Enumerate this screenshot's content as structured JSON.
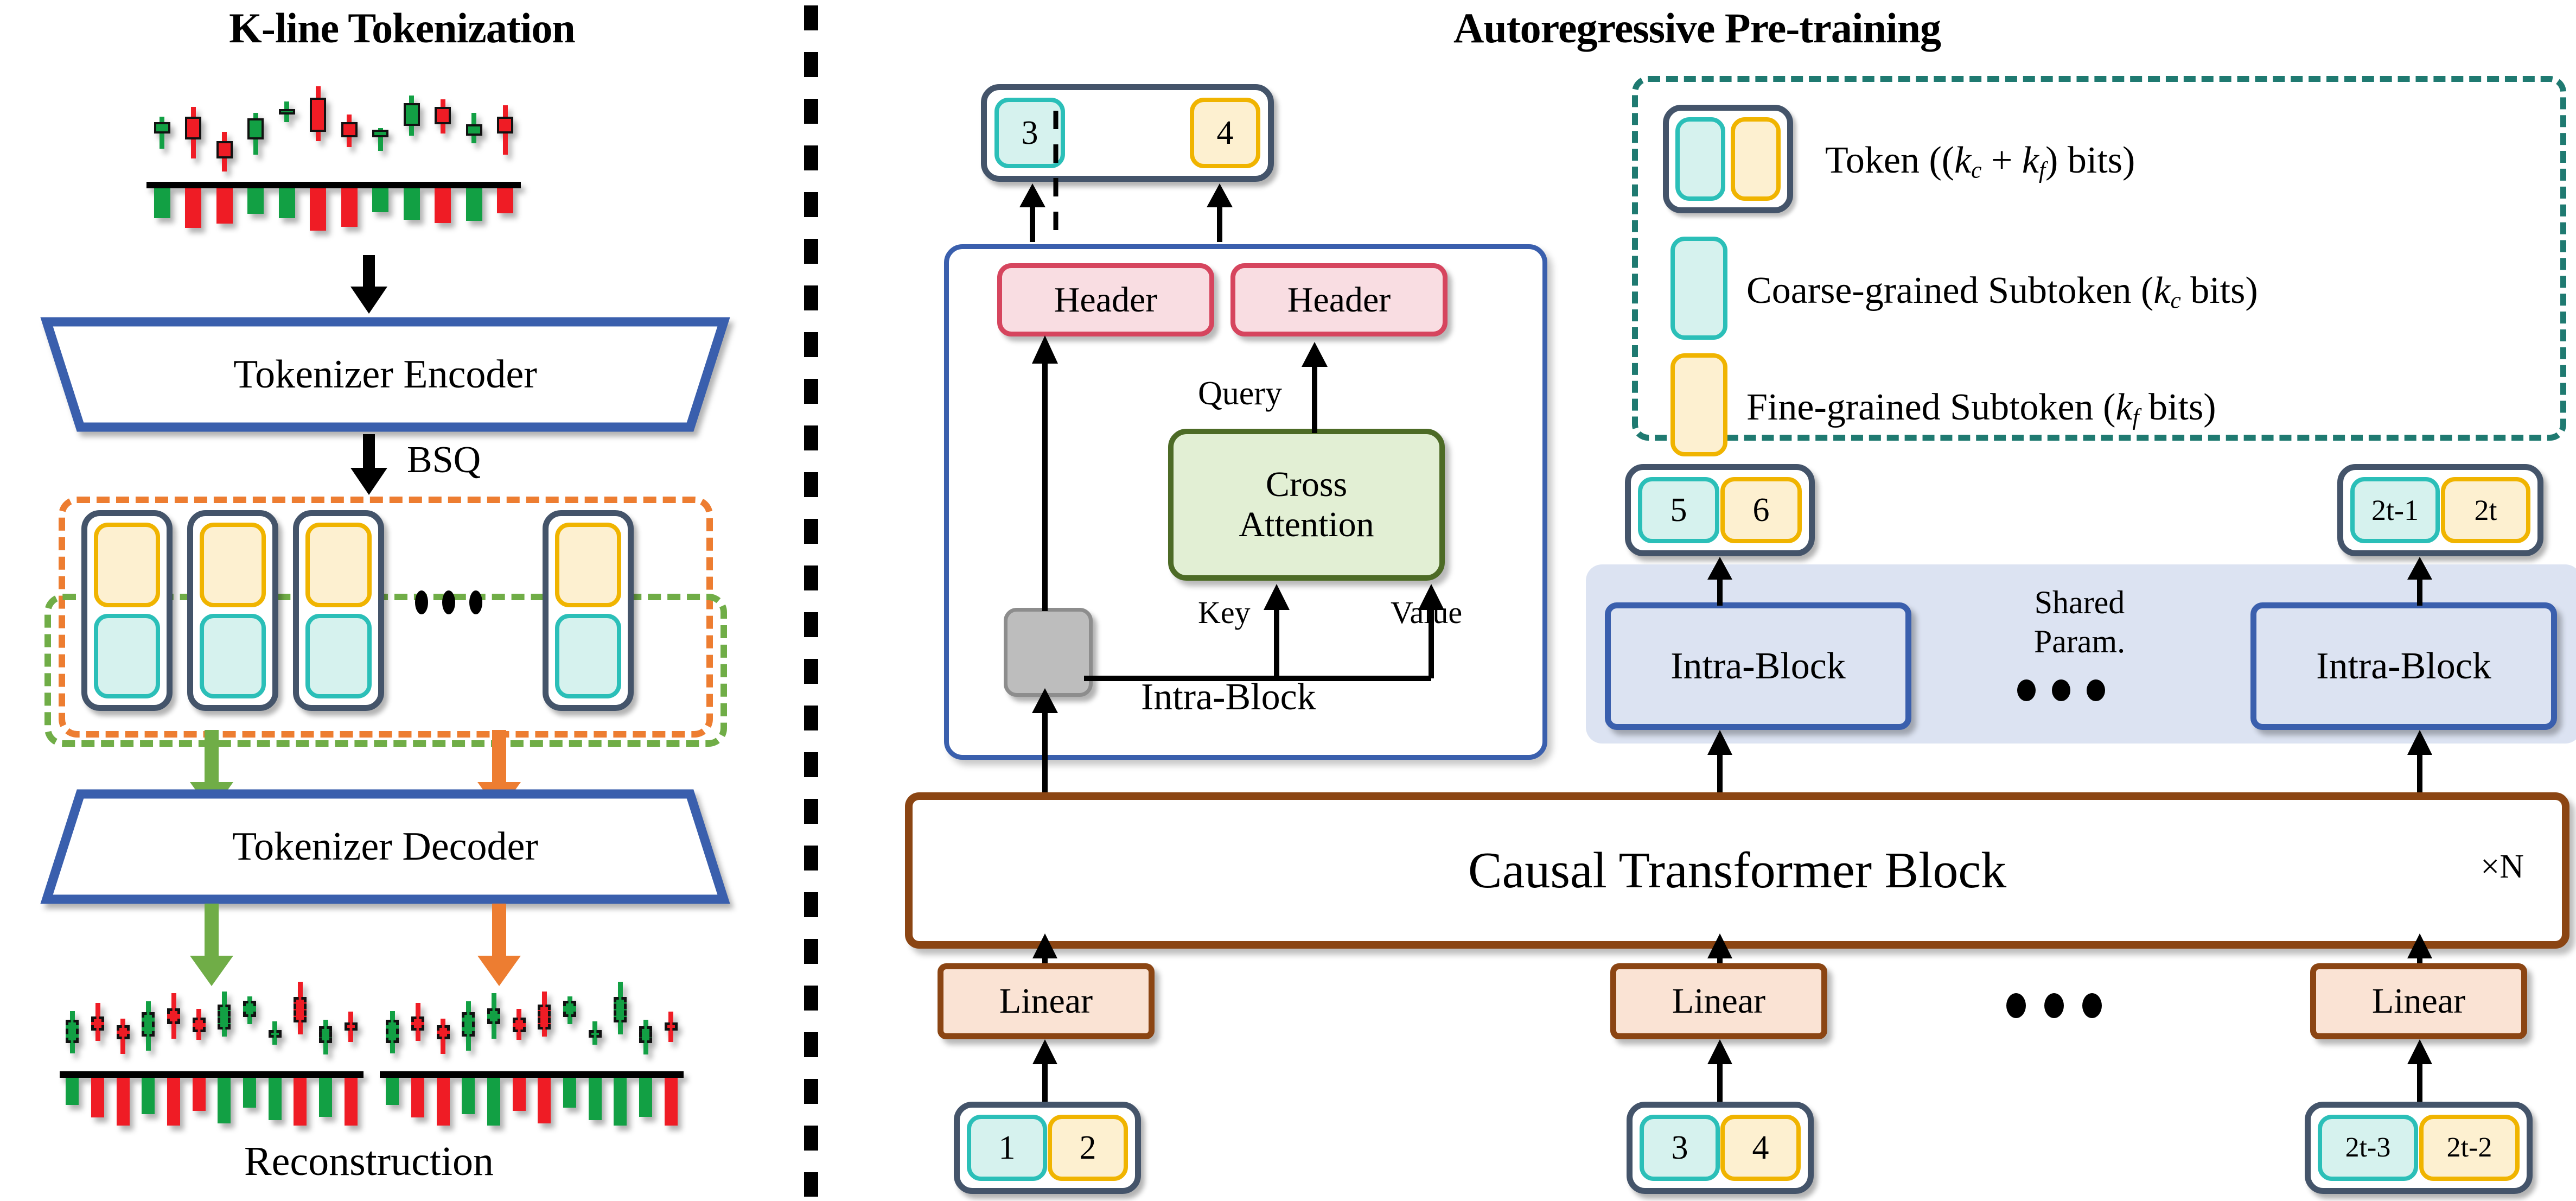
{
  "left_panel": {
    "title": "K-line Tokenization",
    "encoder_label": "Tokenizer Encoder",
    "bsq_label": "BSQ",
    "decoder_label": "Tokenizer Decoder",
    "reconstruction_label": "Reconstruction",
    "group_outline_colors": {
      "fine_group": "#ED7D31",
      "coarse_group": "#70AD47"
    }
  },
  "right_panel": {
    "title": "Autoregressive Pre-training",
    "output_token": {
      "coarse": "3",
      "fine": "4"
    },
    "detail_block": {
      "header_left": "Header",
      "header_right": "Header",
      "cross_attention": "Cross\nAttention",
      "query_label": "Query",
      "key_label": "Key",
      "value_label": "Value",
      "block_label": "Intra-Block"
    },
    "mid_tokens": [
      {
        "coarse": "5",
        "fine": "6"
      },
      {
        "coarse": "2t-1",
        "fine": "2t"
      }
    ],
    "shared_panel": {
      "shared_line1": "Shared",
      "shared_line2": "Param.",
      "block_left": "Intra-Block",
      "block_right": "Intra-Block"
    },
    "transformer": {
      "label": "Causal Transformer Block",
      "repeat": "×N"
    },
    "linear_label": "Linear",
    "input_tokens": [
      {
        "coarse": "1",
        "fine": "2"
      },
      {
        "coarse": "3",
        "fine": "4"
      },
      {
        "coarse": "2t-3",
        "fine": "2t-2"
      }
    ]
  },
  "legend": {
    "items": [
      {
        "swatch": "token",
        "text": "Token ((k<sub>c</sub> + k<sub>f</sub>) bits)"
      },
      {
        "swatch": "coarse",
        "text": "Coarse-grained Subtoken (k<sub>c</sub> bits)"
      },
      {
        "swatch": "fine",
        "text": "Fine-grained Subtoken (k<sub>f</sub> bits)"
      }
    ]
  },
  "colors": {
    "token_outline": "#44546A",
    "coarse_border": "#2BBFB8",
    "coarse_fill": "#D6F2EE",
    "fine_border": "#F0B400",
    "fine_fill": "#FDF0D0",
    "header_border": "#D6455E",
    "header_fill": "#F9DDE2",
    "attention_border": "#4D6B26",
    "attention_fill": "#E2EFD4",
    "intrablock_border": "#3A5FAD",
    "intrablock_fill": "#DCE3F2",
    "linear_border": "#8B4513",
    "linear_fill": "#FAE3D4",
    "legend_border": "#1F7A71",
    "trapezoid_border": "#3A5FAD",
    "candle_up": "#12A044",
    "candle_down": "#EF1C25"
  },
  "chart_data": {
    "type": "candlestick",
    "title": "K-line Tokenization",
    "input_series": {
      "name": "input-kline",
      "candles": [
        {
          "o": 54,
          "h": 72,
          "l": 38,
          "c": 66,
          "dir": "up",
          "vol": 34
        },
        {
          "o": 72,
          "h": 82,
          "l": 28,
          "c": 48,
          "dir": "down",
          "vol": 54
        },
        {
          "o": 46,
          "h": 56,
          "l": 14,
          "c": 28,
          "dir": "down",
          "vol": 46
        },
        {
          "o": 48,
          "h": 76,
          "l": 32,
          "c": 70,
          "dir": "up",
          "vol": 26
        },
        {
          "o": 74,
          "h": 88,
          "l": 66,
          "c": 80,
          "dir": "up",
          "vol": 34
        },
        {
          "o": 92,
          "h": 104,
          "l": 46,
          "c": 56,
          "dir": "down",
          "vol": 60
        },
        {
          "o": 66,
          "h": 74,
          "l": 40,
          "c": 50,
          "dir": "down",
          "vol": 52
        },
        {
          "o": 50,
          "h": 60,
          "l": 36,
          "c": 58,
          "dir": "up",
          "vol": 22
        },
        {
          "o": 62,
          "h": 94,
          "l": 52,
          "c": 86,
          "dir": "up",
          "vol": 38
        },
        {
          "o": 82,
          "h": 90,
          "l": 54,
          "c": 64,
          "dir": "down",
          "vol": 44
        },
        {
          "o": 64,
          "h": 76,
          "l": 44,
          "c": 52,
          "dir": "up",
          "vol": 40
        },
        {
          "o": 72,
          "h": 84,
          "l": 32,
          "c": 54,
          "dir": "down",
          "vol": 24
        }
      ]
    },
    "reconstruction_series_left": {
      "name": "reconstruction-a",
      "candles": [
        {
          "dir": "up"
        },
        {
          "dir": "down"
        },
        {
          "dir": "down"
        },
        {
          "dir": "up"
        },
        {
          "dir": "down"
        },
        {
          "dir": "down"
        },
        {
          "dir": "up"
        },
        {
          "dir": "up"
        },
        {
          "dir": "up"
        },
        {
          "dir": "down"
        },
        {
          "dir": "up"
        },
        {
          "dir": "down"
        }
      ]
    },
    "reconstruction_series_right": {
      "name": "reconstruction-b",
      "candles": [
        {
          "dir": "up"
        },
        {
          "dir": "down"
        },
        {
          "dir": "down"
        },
        {
          "dir": "up"
        },
        {
          "dir": "up"
        },
        {
          "dir": "down"
        },
        {
          "dir": "down"
        },
        {
          "dir": "up"
        },
        {
          "dir": "up"
        },
        {
          "dir": "up"
        },
        {
          "dir": "up"
        },
        {
          "dir": "down"
        }
      ]
    }
  }
}
